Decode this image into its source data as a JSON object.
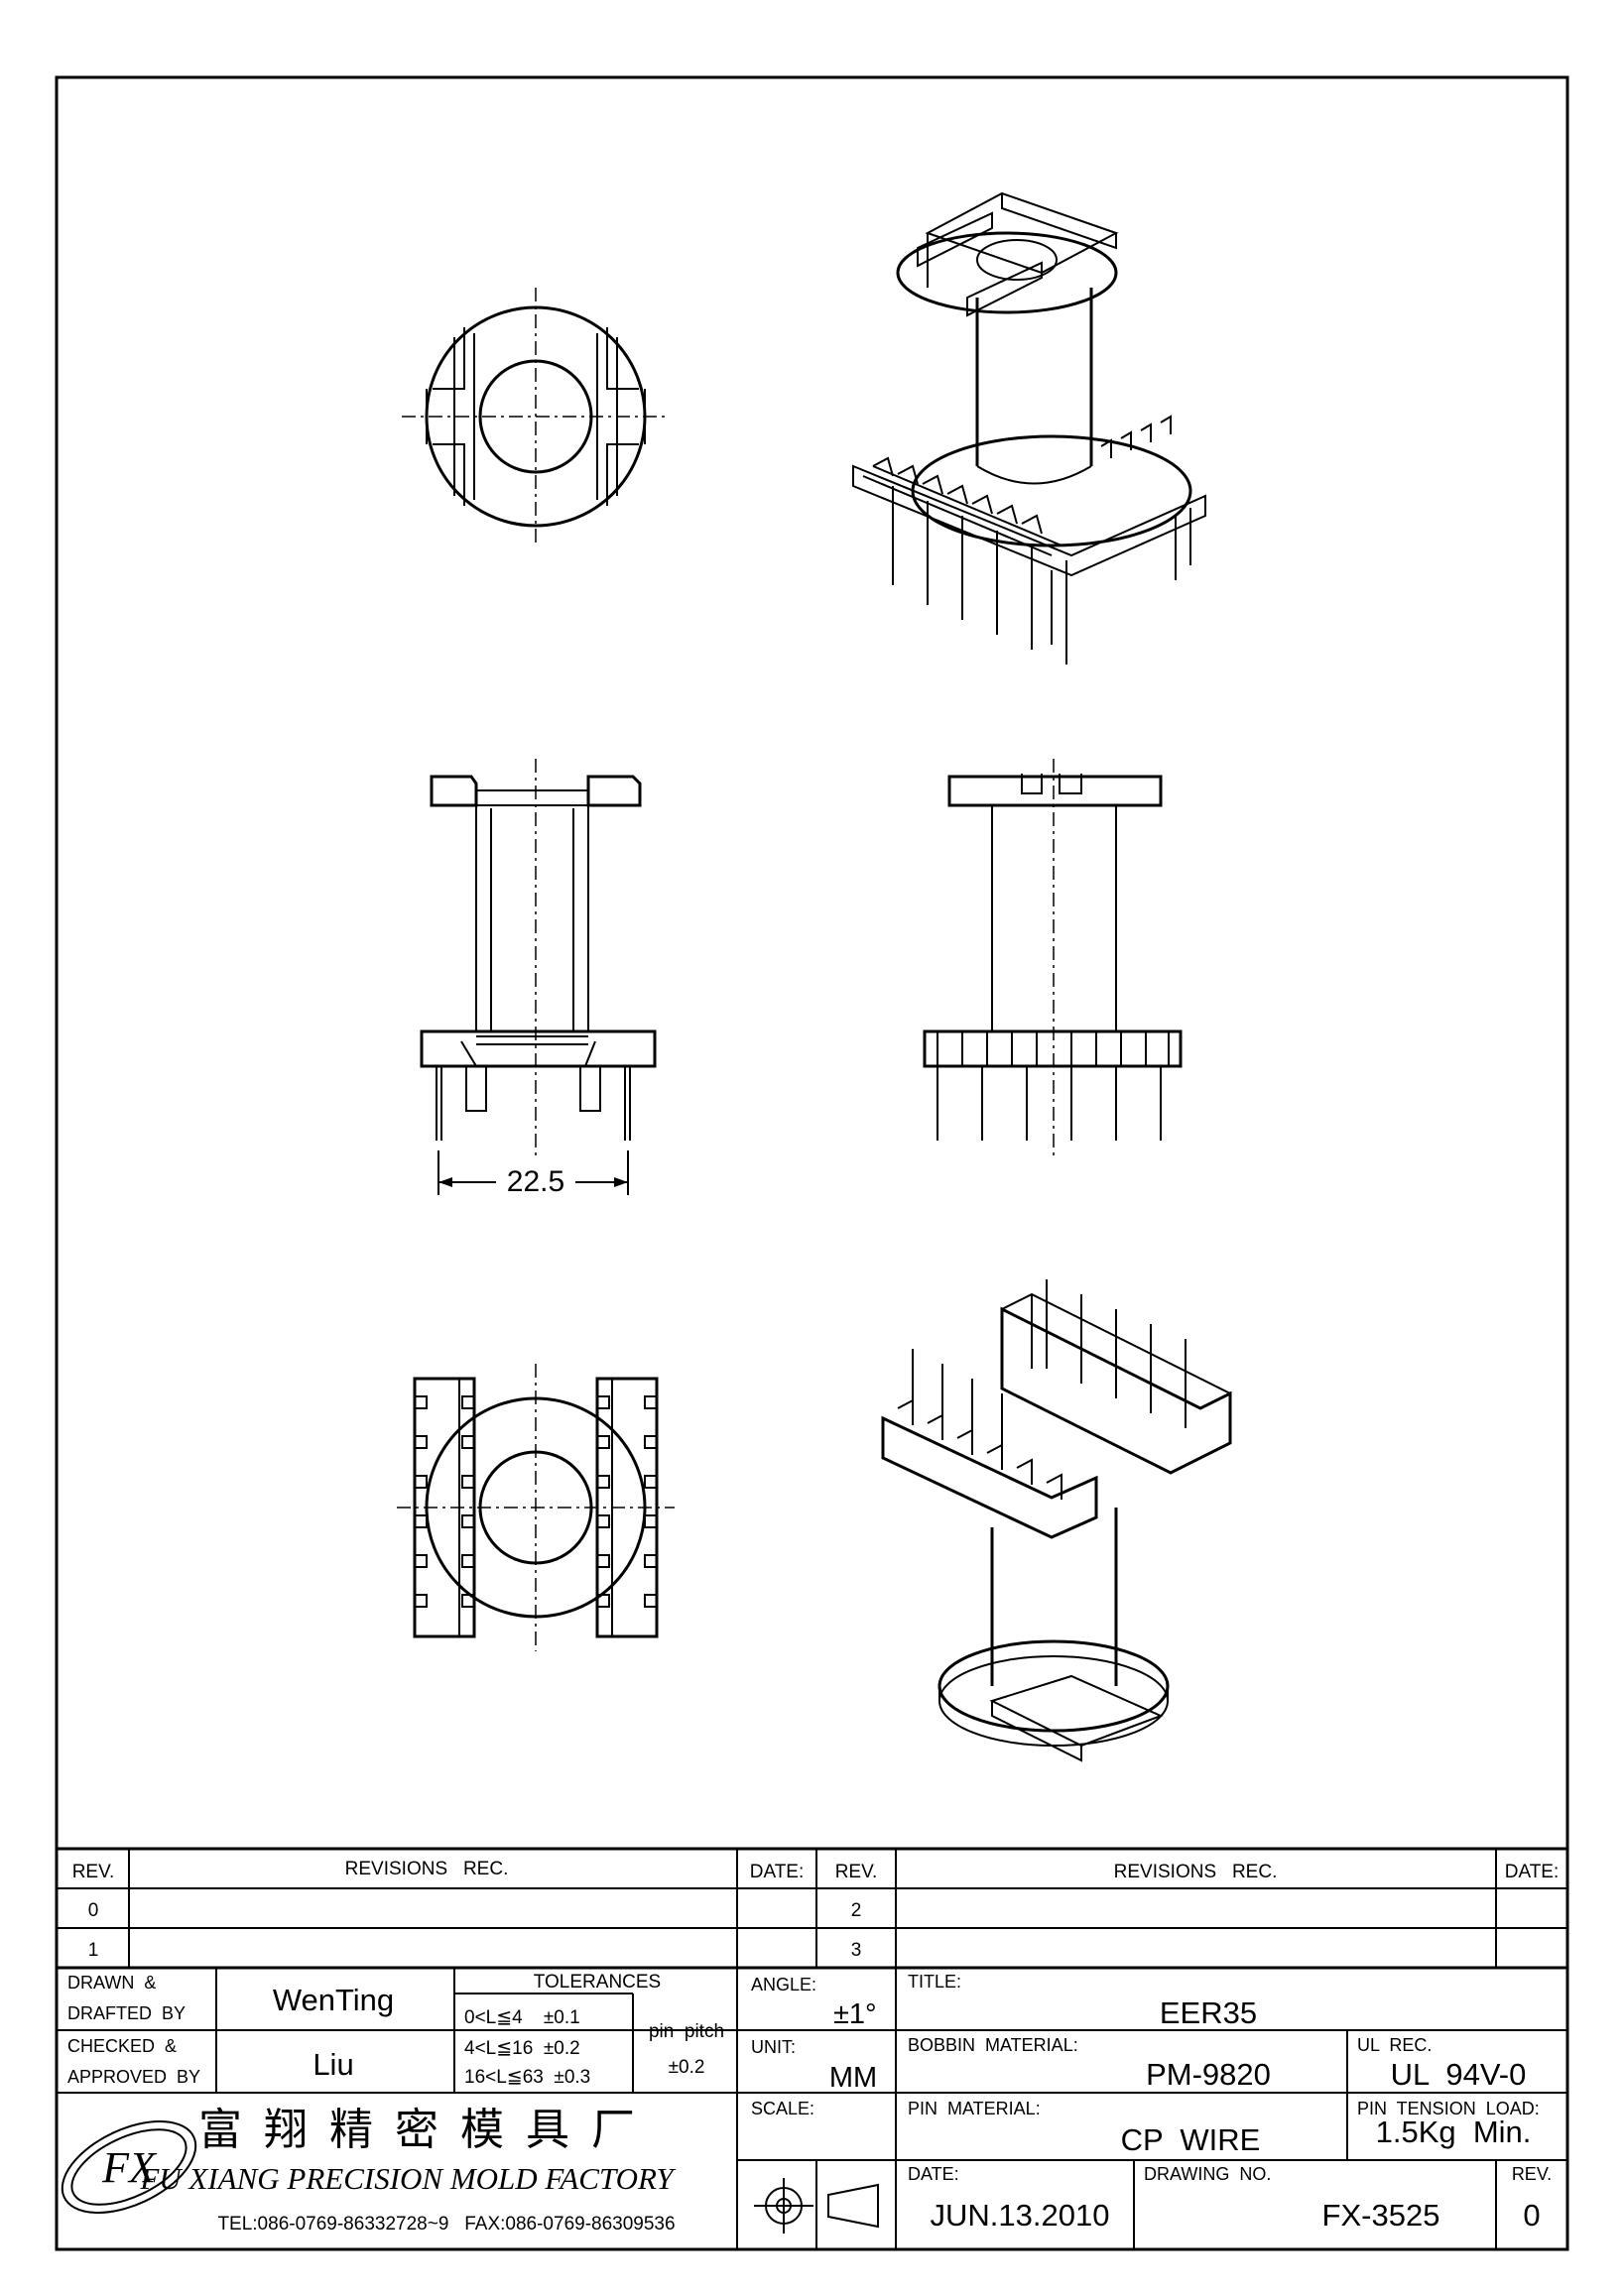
{
  "views": {
    "dimension_label": "22.5"
  },
  "revisions_table": {
    "left": {
      "header_rev": "REV.",
      "header_revisions": "REVISIONS   REC.",
      "header_date": "DATE:",
      "rows": [
        "0",
        "1"
      ]
    },
    "right": {
      "header_rev": "REV.",
      "header_revisions": "REVISIONS   REC.",
      "header_date": "DATE:",
      "rows": [
        "2",
        "3"
      ]
    }
  },
  "title_block": {
    "drawn_label_1": "DRAWN  &",
    "drawn_label_2": "DRAFTED  BY",
    "drawn_by": "WenTing",
    "checked_label_1": "CHECKED  &",
    "checked_label_2": "APPROVED  BY",
    "checked_by": "Liu",
    "tolerances_label": "TOLERANCES",
    "tolerance_rows": [
      "0<L≦4    ±0.1",
      "4<L≦16  ±0.2",
      "16<L≦63  ±0.3"
    ],
    "pin_pitch_label": "pin  pitch",
    "pin_pitch_value": "±0.2",
    "angle_label": "ANGLE:",
    "angle_value": "±1°",
    "unit_label": "UNIT:",
    "unit_value": "MM",
    "scale_label": "SCALE:",
    "title_label": "TITLE:",
    "title_value": "EER35",
    "bobbin_material_label": "BOBBIN  MATERIAL:",
    "bobbin_material_value": "PM-9820",
    "ul_rec_label": "UL  REC.",
    "ul_rec_value": "UL  94V-0",
    "pin_material_label": "PIN  MATERIAL:",
    "pin_material_value": "CP  WIRE",
    "pin_tension_label": "PIN  TENSION  LOAD:",
    "pin_tension_value": "1.5Kg  Min.",
    "date_label": "DATE:",
    "date_value": "JUN.13.2010",
    "drawing_no_label": "DRAWING  NO.",
    "drawing_no_value": "FX-3525",
    "rev_label": "REV.",
    "rev_value": "0"
  },
  "company": {
    "logo_text": "FX",
    "name_chinese": "富  翔  精  密  模  具  厂",
    "name_english": "FU XIANG PRECISION MOLD FACTORY",
    "contact": "TEL:086-0769-86332728~9   FAX:086-0769-86309536"
  }
}
